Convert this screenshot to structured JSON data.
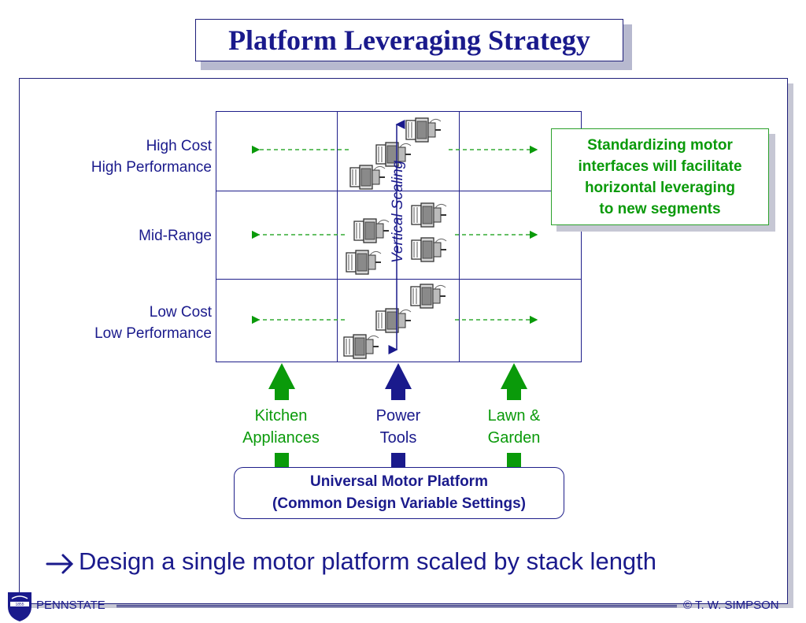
{
  "title": "Platform Leveraging Strategy",
  "rows": [
    {
      "line1": "High Cost",
      "line2": "High Performance"
    },
    {
      "line1": "Mid-Range",
      "line2": ""
    },
    {
      "line1": "Low Cost",
      "line2": "Low Performance"
    }
  ],
  "segments": [
    {
      "line1": "Kitchen",
      "line2": "Appliances",
      "color": "#0a9a0a"
    },
    {
      "line1": "Power",
      "line2": "Tools",
      "color": "#1a1a8c"
    },
    {
      "line1": "Lawn &",
      "line2": "Garden",
      "color": "#0a9a0a"
    }
  ],
  "vertical_label": "Vertical Scaling",
  "note": {
    "line1": "Standardizing motor",
    "line2": "interfaces will facilitate",
    "line3": "horizontal leveraging",
    "line4": "to new segments"
  },
  "platform": {
    "line1": "Universal Motor Platform",
    "line2": "(Common Design Variable Settings)"
  },
  "statement": "Design a single motor platform scaled by stack length",
  "footer": {
    "left": "PENNSTATE",
    "right": "© T. W. SIMPSON"
  },
  "colors": {
    "blue": "#1a1a8c",
    "green": "#0a9a0a"
  },
  "icons": {
    "motor": "motor-image",
    "arrow": "right-arrow-icon",
    "logo": "pennstate-shield-icon"
  }
}
